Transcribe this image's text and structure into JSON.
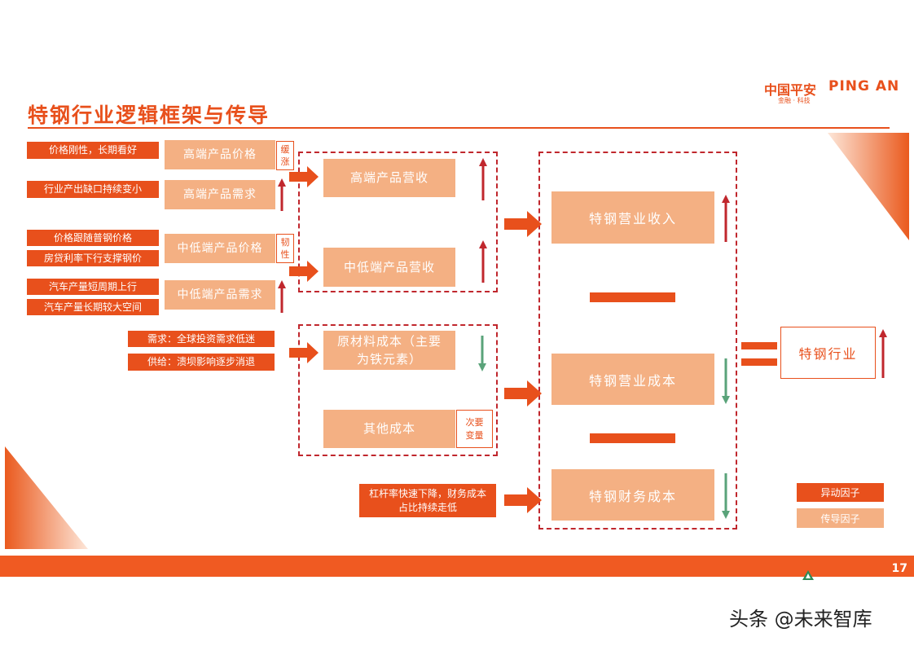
{
  "header": {
    "title": "特钢行业逻辑框架与传导",
    "logo_cn": "中国平安",
    "logo_en": "PING AN",
    "logo_sub": "金融 · 科技"
  },
  "drivers": [
    "价格刚性，长期看好",
    "行业产出缺口持续变小",
    "价格跟随普钢价格",
    "房贷利率下行支撑钢价",
    "汽车产量短周期上行",
    "汽车产量长期较大空间",
    "需求：全球投资需求低迷",
    "供给：溃坝影响逐步消退",
    "杠杆率快速下降，财务成本占比持续走低"
  ],
  "factors": {
    "high_price": "高端产品价格",
    "high_demand": "高端产品需求",
    "mid_price": "中低端产品价格",
    "mid_demand": "中低端产品需求"
  },
  "tags": {
    "slow_rise": "缓涨",
    "resilient": "韧性",
    "secondary": "次要变量"
  },
  "revenue": {
    "high": "高端产品营收",
    "mid": "中低端产品营收"
  },
  "cost": {
    "raw": "原材料成本（主要为铁元素）",
    "other": "其他成本"
  },
  "summary": {
    "revenue": "特钢营业收入",
    "op_cost": "特钢营业成本",
    "fin_cost": "特钢财务成本",
    "industry": "特钢行业"
  },
  "legend": {
    "change": "异动因子",
    "transmit": "传导因子"
  },
  "colors": {
    "accent": "#e8501c",
    "light": "#f4b083",
    "up_arrow": "#c0272d",
    "down_arrow": "#5aa37a"
  },
  "page_number": "17",
  "watermark": "头条 @未来智库"
}
